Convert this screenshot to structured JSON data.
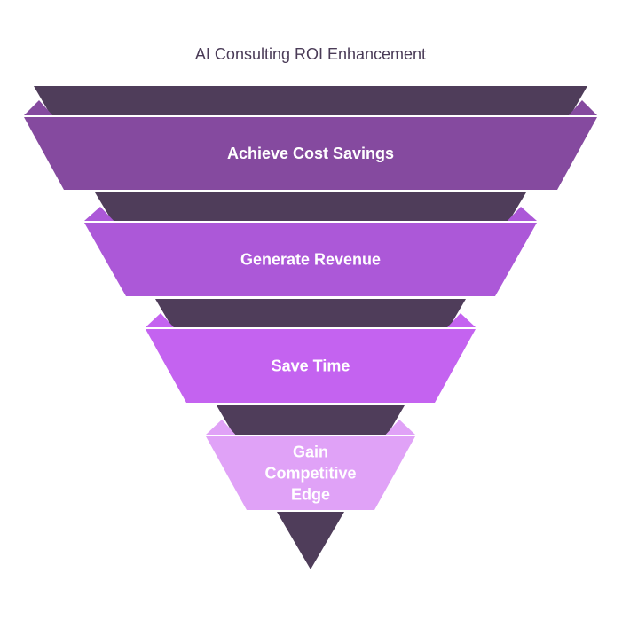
{
  "title": "AI Consulting ROI Enhancement",
  "colors": {
    "shadow": "#4f3d5a",
    "levels": [
      "#854a9f",
      "#ac58d8",
      "#c463f0",
      "#e0a2f7"
    ],
    "label_text": "#ffffff",
    "title_text": "#4a3b57"
  },
  "levels": [
    {
      "label_lines": [
        "Achieve Cost Savings"
      ]
    },
    {
      "label_lines": [
        "Generate Revenue"
      ]
    },
    {
      "label_lines": [
        "Save Time"
      ]
    },
    {
      "label_lines": [
        "Gain",
        "Competitive",
        "Edge"
      ]
    }
  ]
}
